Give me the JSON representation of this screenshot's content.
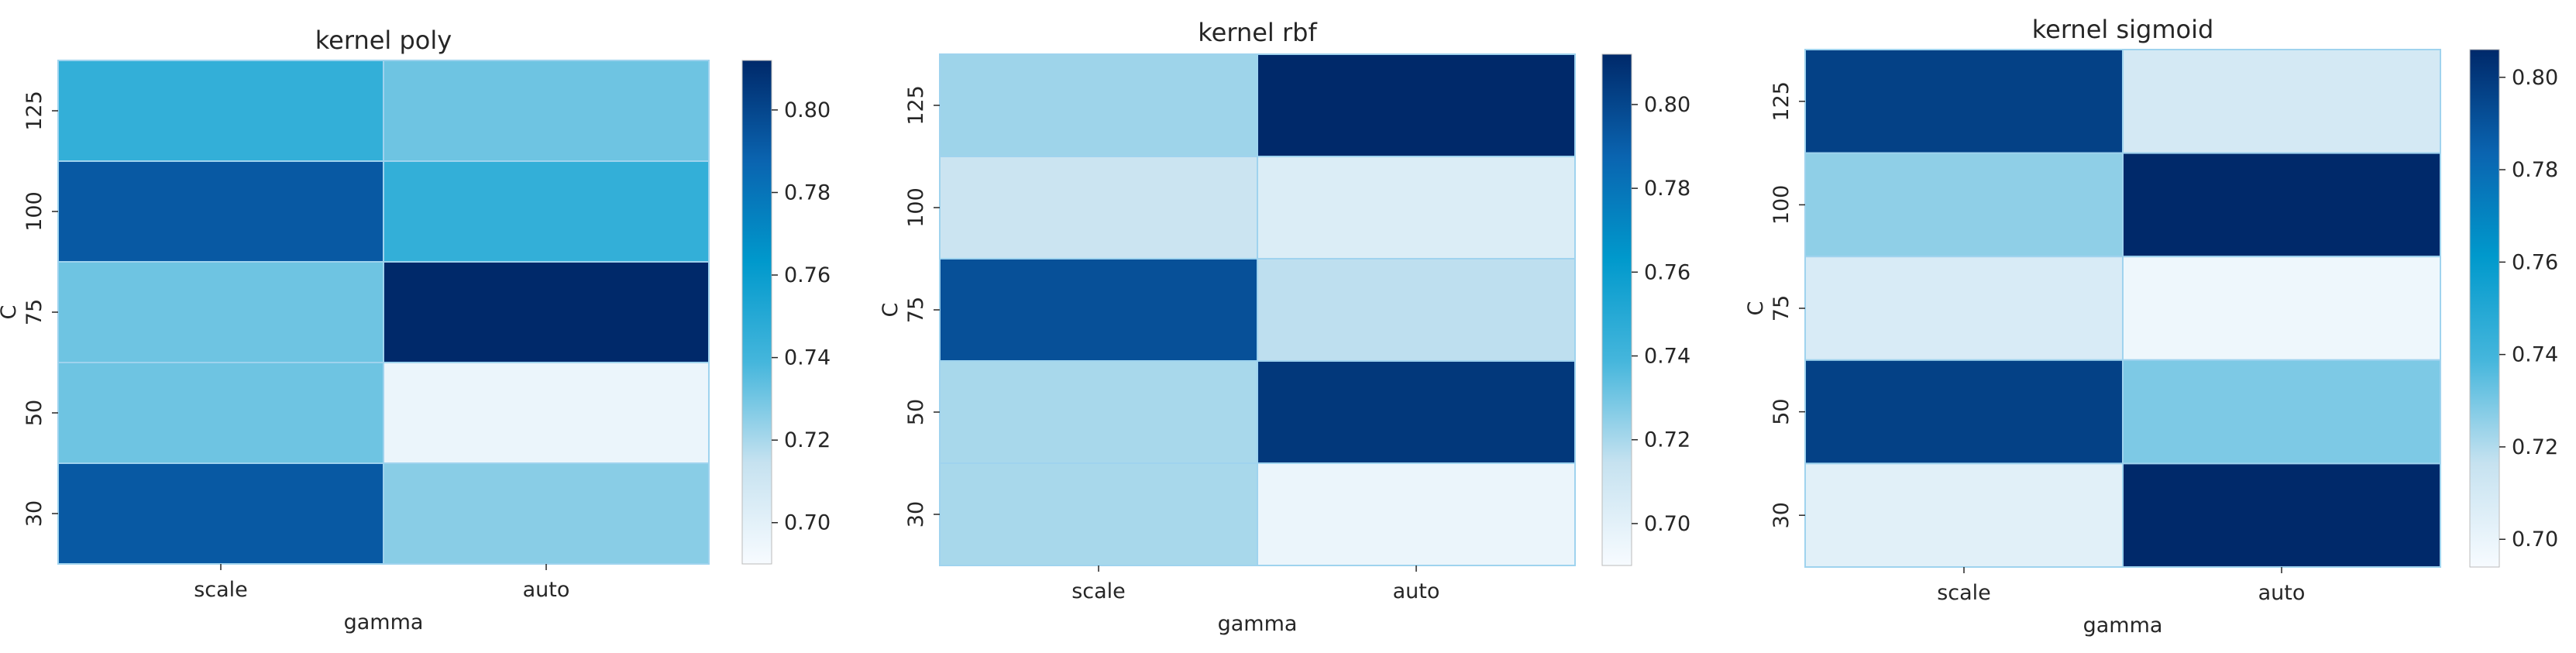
{
  "chart_data": [
    {
      "type": "heatmap",
      "title": "kernel poly",
      "xlabel": "gamma",
      "ylabel": "C",
      "x_categories": [
        "scale",
        "auto"
      ],
      "y_categories": [
        "125",
        "100",
        "75",
        "50",
        "30"
      ],
      "values": [
        [
          0.745,
          0.731
        ],
        [
          0.792,
          0.745
        ],
        [
          0.731,
          0.812
        ],
        [
          0.731,
          0.696
        ],
        [
          0.792,
          0.726
        ]
      ],
      "vmin": 0.69,
      "vmax": 0.812,
      "colorbar_ticks": [
        "0.70",
        "0.72",
        "0.74",
        "0.76",
        "0.78",
        "0.80"
      ],
      "colormap": "Blues-light",
      "legend": "colorbar-right",
      "grid": false
    },
    {
      "type": "heatmap",
      "title": "kernel rbf",
      "xlabel": "gamma",
      "ylabel": "C",
      "x_categories": [
        "scale",
        "auto"
      ],
      "y_categories": [
        "125",
        "100",
        "75",
        "50",
        "30"
      ],
      "values": [
        [
          0.722,
          0.812
        ],
        [
          0.712,
          0.704
        ],
        [
          0.796,
          0.716
        ],
        [
          0.72,
          0.806
        ],
        [
          0.72,
          0.696
        ]
      ],
      "vmin": 0.69,
      "vmax": 0.812,
      "colorbar_ticks": [
        "0.70",
        "0.72",
        "0.74",
        "0.76",
        "0.78",
        "0.80"
      ],
      "colormap": "Blues-light",
      "legend": "colorbar-right",
      "grid": false
    },
    {
      "type": "heatmap",
      "title": "kernel sigmoid",
      "xlabel": "gamma",
      "ylabel": "C",
      "x_categories": [
        "scale",
        "auto"
      ],
      "y_categories": [
        "125",
        "100",
        "75",
        "50",
        "30"
      ],
      "values": [
        [
          0.797,
          0.71
        ],
        [
          0.726,
          0.806
        ],
        [
          0.708,
          0.698
        ],
        [
          0.797,
          0.729
        ],
        [
          0.704,
          0.806
        ]
      ],
      "vmin": 0.694,
      "vmax": 0.806,
      "colorbar_ticks": [
        "0.70",
        "0.72",
        "0.74",
        "0.76",
        "0.78",
        "0.80"
      ],
      "colormap": "Blues-light",
      "legend": "colorbar-right",
      "grid": false
    }
  ],
  "colors": {
    "colormap_stops": [
      "#f7fbff",
      "#c6e2f0",
      "#45b6dc",
      "#0099cc",
      "#0a64b0",
      "#00296a"
    ],
    "cell_border": "#9fd3ee",
    "axis_text": "#262626"
  }
}
